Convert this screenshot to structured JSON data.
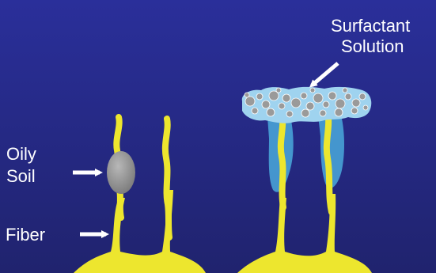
{
  "labels": {
    "oily_line1": "Oily",
    "oily_line2": "Soil",
    "fiber": "Fiber",
    "surfactant_line1": "Surfactant",
    "surfactant_line2": "Solution"
  },
  "colors": {
    "background_top": "#2a2f9a",
    "background_bottom": "#20236e",
    "fiber": "#ede62e",
    "oily_soil": "#9a9a9a",
    "surfactant_blob": "#9fd3ef",
    "surfactant_drip": "#4aa9dc",
    "droplet": "#9a9a9a",
    "text": "#ffffff",
    "arrow": "#ffffff"
  }
}
